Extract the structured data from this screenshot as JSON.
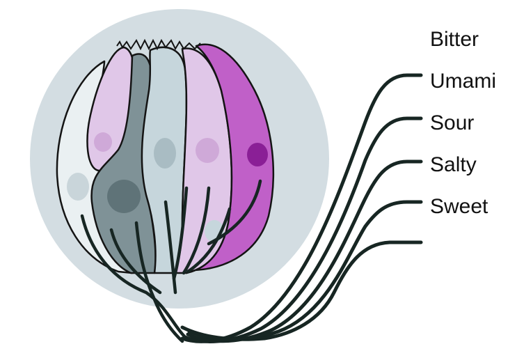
{
  "labels": {
    "bitter": "Bitter",
    "umami": "Umami",
    "sour": "Sour",
    "salty": "Salty",
    "sweet": "Sweet"
  },
  "colors": {
    "background_circle": "#d3dde2",
    "pale_cell": "#eaf0f2",
    "lavender_cell": "#e0c7e8",
    "grey_cell": "#7f9297",
    "bluegrey_cell": "#c6d6dc",
    "magenta_cell": "#c060c8",
    "nerve": "#172623"
  }
}
